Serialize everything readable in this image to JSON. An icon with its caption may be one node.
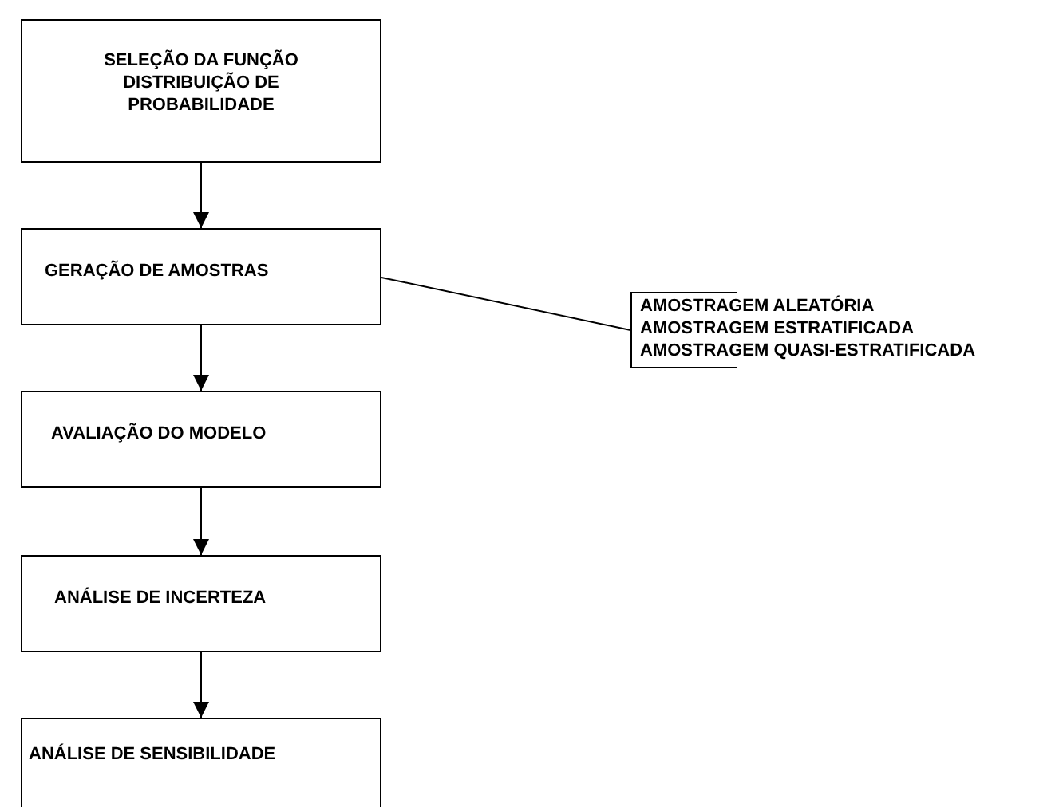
{
  "diagram": {
    "nodes": [
      {
        "text": [
          "SELEÇÃO DA FUNÇÃO DISTRIBUIÇÃO DE PROBABILIDADE"
        ]
      },
      {
        "text": [
          "GERAÇÃO DE AMOSTRAS"
        ]
      },
      {
        "text": [
          "AVALIAÇÃO DO MODELO"
        ]
      },
      {
        "text": [
          "ANÁLISE DE INCERTEZA"
        ]
      },
      {
        "text": [
          "ANÁLISE DE SENSIBILIDADE"
        ]
      },
      {
        "text": [
          "AMOSTRAGEM ALEATÓRIA",
          "AMOSTRAGEM ESTRATIFICADA",
          "AMOSTRAGEM QUASI-ESTRATIFICADA"
        ]
      }
    ],
    "edges": [
      {
        "from": 0,
        "to": 1,
        "arrow": "to"
      },
      {
        "from": 1,
        "to": 2,
        "arrow": "to"
      },
      {
        "from": 2,
        "to": 3,
        "arrow": "to"
      },
      {
        "from": 3,
        "to": 4,
        "arrow": "to"
      },
      {
        "from": 1,
        "to": 5,
        "arrow": "none"
      }
    ]
  }
}
